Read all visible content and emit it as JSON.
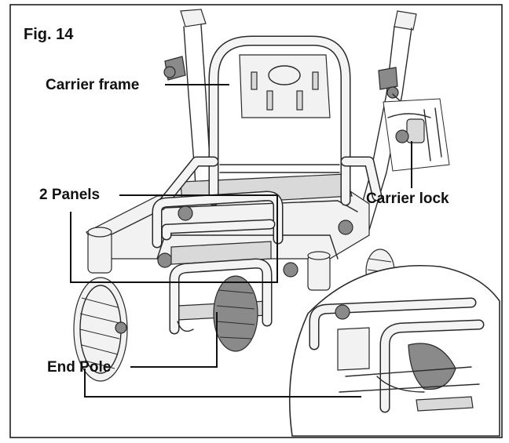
{
  "figure_label": "Fig. 14",
  "labels": {
    "carrier_frame": "Carrier frame",
    "two_panels": "2 Panels",
    "carrier_lock": "Carrier lock",
    "end_pole": "End Pole"
  },
  "colors": {
    "ink": "#111111",
    "panel_fill": "#d9d9d9",
    "background": "#ffffff"
  }
}
